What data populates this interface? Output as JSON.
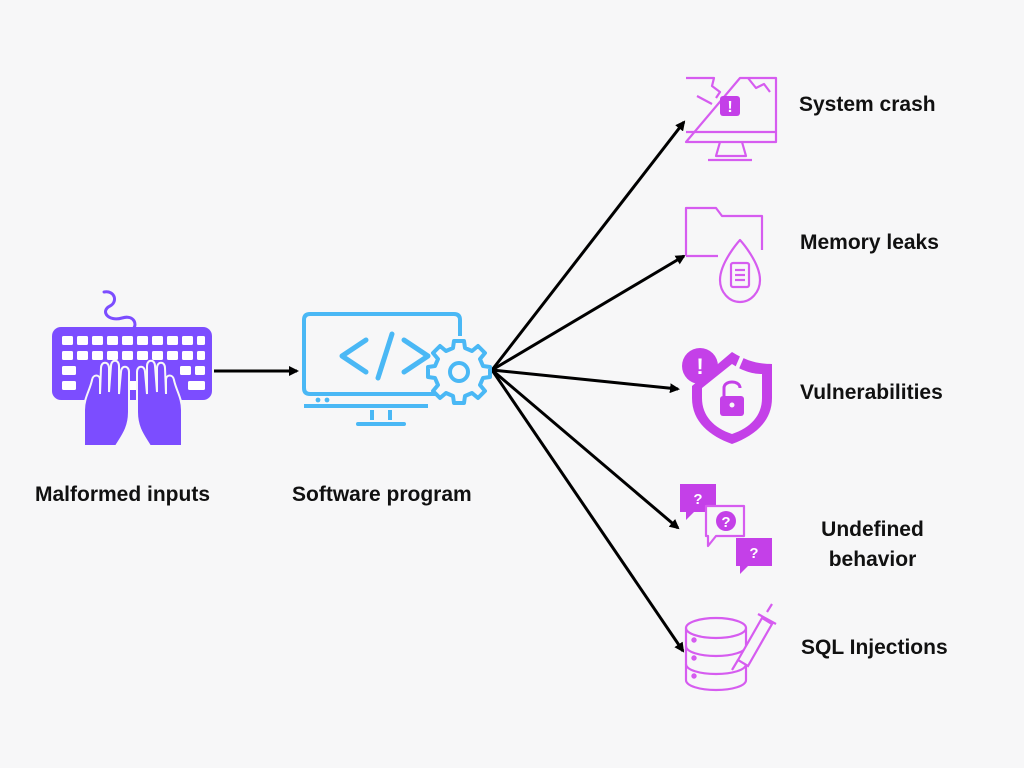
{
  "nodes": {
    "input": {
      "label": "Malformed inputs",
      "icon": "keyboard-hands-icon"
    },
    "program": {
      "label": "Software program",
      "icon": "code-monitor-gear-icon"
    }
  },
  "outcomes": [
    {
      "id": "system-crash",
      "label": "System crash",
      "icon": "broken-monitor-warning-icon"
    },
    {
      "id": "memory-leaks",
      "label": "Memory leaks",
      "icon": "folder-leak-drop-icon"
    },
    {
      "id": "vulnerabilities",
      "label": "Vulnerabilities",
      "icon": "cracked-shield-lock-icon"
    },
    {
      "id": "undefined-behavior",
      "label_line1": "Undefined",
      "label_line2": "behavior",
      "icon": "question-bubbles-icon"
    },
    {
      "id": "sql-injections",
      "label": "SQL Injections",
      "icon": "database-syringe-icon"
    }
  ],
  "colors": {
    "background": "#f7f7f8",
    "keyboard": "#7c4dff",
    "program": "#4ab8f5",
    "outcome": "#d65cf0",
    "outcome_fill": "#c440e8",
    "arrow": "#000000",
    "text": "#111111"
  }
}
